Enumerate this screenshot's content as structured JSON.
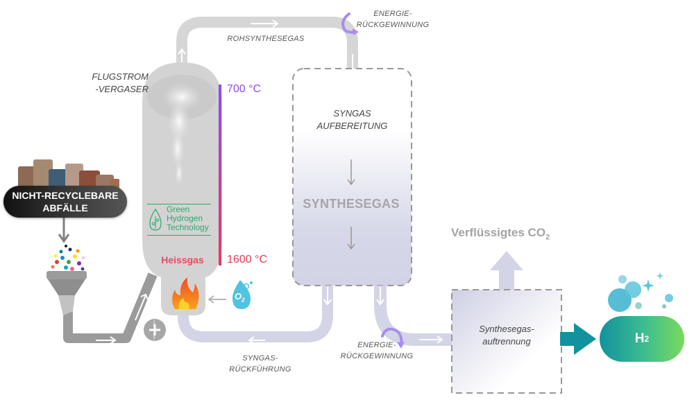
{
  "title": "Green Hydrogen Technology – Prozessschema",
  "colors": {
    "pipe_grey": "#d6d6d6",
    "pipe_dark": "#9b9b9b",
    "pipe_lavender": "#d3d4e6",
    "temp_top": "#8b4cf0",
    "temp_bottom": "#e63b55",
    "brand_green": "#2aa86a",
    "h2_start": "#11929c",
    "h2_end": "#7ada5a",
    "o2_blue": "#4fc3e0",
    "energy_purple": "#a88cf0"
  },
  "input": {
    "waste_line1": "NICHT-RECYCLEBARE",
    "waste_line2": "ABFÄLLE"
  },
  "gasifier": {
    "label_line1": "FLUGSTROM",
    "label_line2": "-VERGASER",
    "temp_top": "700 °C",
    "temp_bottom": "1600 °C",
    "hot_gas": "Heissgas",
    "brand_line1": "Green",
    "brand_line2": "Hydrogen",
    "brand_line3": "Technology",
    "oxygen": "O",
    "oxygen_sub": "2"
  },
  "flows": {
    "raw_syngas": "ROHSYNTHESEGAS",
    "energy_recovery_top_1": "ENERGIE-",
    "energy_recovery_top_2": "RÜCKGEWINNUNG",
    "energy_recovery_bottom_1": "ENERGIE-",
    "energy_recovery_bottom_2": "RÜCKGEWINNUNG",
    "syngas_return_1": "SYNGAS-",
    "syngas_return_2": "RÜCKFÜHRUNG"
  },
  "conditioning": {
    "title_line1": "SYNGAS",
    "title_line2": "AUFBEREITUNG",
    "product": "SYNTHESEGAS"
  },
  "separation": {
    "line1": "Synthesegas-",
    "line2": "auftrennung",
    "co2": "Verflüssigtes CO",
    "co2_sub": "2"
  },
  "output": {
    "h2": "H",
    "h2_sub": "2"
  }
}
